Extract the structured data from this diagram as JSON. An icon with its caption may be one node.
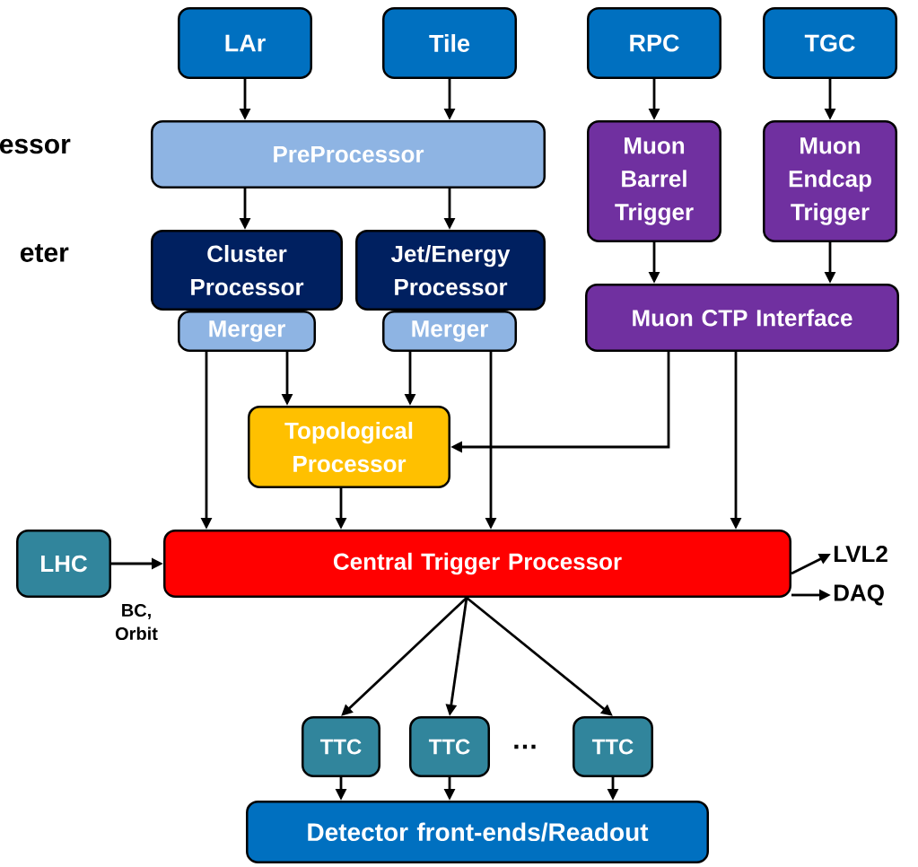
{
  "diagram": {
    "nodes": [
      {
        "text": [
          "LAr"
        ]
      },
      {
        "text": [
          "Tile"
        ]
      },
      {
        "text": [
          "RPC"
        ]
      },
      {
        "text": [
          "TGC"
        ]
      },
      {
        "text": [
          "PreProcessor"
        ]
      },
      {
        "text": [
          "Muon Barrel Trigger"
        ]
      },
      {
        "text": [
          "Muon Endcap Trigger"
        ]
      },
      {
        "text": [
          "Cluster Processor"
        ]
      },
      {
        "text": [
          "Jet/Energy Processor"
        ]
      },
      {
        "text": [
          "Merger"
        ]
      },
      {
        "text": [
          "Merger"
        ]
      },
      {
        "text": [
          "Muon CTP Interface"
        ]
      },
      {
        "text": [
          "Topological Processor"
        ]
      },
      {
        "text": [
          "LHC"
        ]
      },
      {
        "text": [
          "Central Trigger Processor"
        ]
      },
      {
        "text": [
          "LVL2"
        ]
      },
      {
        "text": [
          "DAQ"
        ]
      },
      {
        "text": [
          "TTC"
        ]
      },
      {
        "text": [
          "TTC"
        ]
      },
      {
        "text": [
          "TTC"
        ]
      },
      {
        "text": [
          "Detector front-ends/Readout"
        ]
      }
    ],
    "edges": [
      {
        "from": 0,
        "to": 4,
        "arrow": "to"
      },
      {
        "from": 1,
        "to": 4,
        "arrow": "to"
      },
      {
        "from": 4,
        "to": 7,
        "arrow": "to"
      },
      {
        "from": 4,
        "to": 8,
        "arrow": "to"
      },
      {
        "from": 2,
        "to": 5,
        "arrow": "to"
      },
      {
        "from": 3,
        "to": 6,
        "arrow": "to"
      },
      {
        "from": 5,
        "to": 11,
        "arrow": "to"
      },
      {
        "from": 6,
        "to": 11,
        "arrow": "to"
      },
      {
        "from": 9,
        "to": 14,
        "arrow": "to"
      },
      {
        "from": 9,
        "to": 12,
        "arrow": "to"
      },
      {
        "from": 10,
        "to": 12,
        "arrow": "to"
      },
      {
        "from": 10,
        "to": 14,
        "arrow": "to"
      },
      {
        "from": 11,
        "to": 12,
        "arrow": "to"
      },
      {
        "from": 11,
        "to": 14,
        "arrow": "to"
      },
      {
        "from": 12,
        "to": 14,
        "arrow": "to"
      },
      {
        "from": 13,
        "to": 14,
        "arrow": "to",
        "label": "BC, Orbit"
      },
      {
        "from": 14,
        "to": 15,
        "arrow": "to"
      },
      {
        "from": 14,
        "to": 16,
        "arrow": "to"
      },
      {
        "from": 14,
        "to": 17,
        "arrow": "to"
      },
      {
        "from": 14,
        "to": 18,
        "arrow": "to"
      },
      {
        "from": 14,
        "to": 19,
        "arrow": "to"
      },
      {
        "from": 17,
        "to": 20,
        "arrow": "to"
      },
      {
        "from": 18,
        "to": 20,
        "arrow": "to"
      },
      {
        "from": 19,
        "to": 20,
        "arrow": "to"
      }
    ],
    "labels": [
      "essor",
      "eter",
      "…"
    ]
  }
}
